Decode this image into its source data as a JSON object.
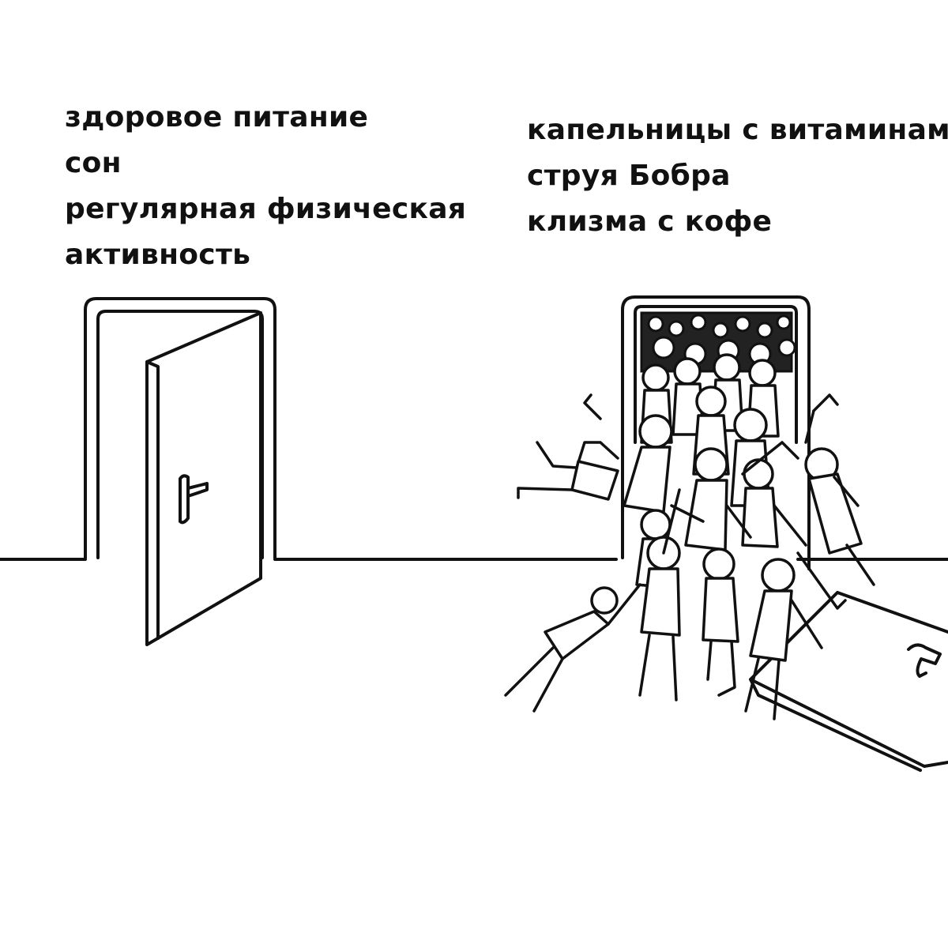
{
  "left_door": {
    "lines": [
      "здоровое питание",
      "сон",
      "регулярная физическая",
      "активность"
    ]
  },
  "right_door": {
    "lines": [
      "капельницы с витаминами",
      "струя Бобра",
      "клизма с кофе"
    ]
  },
  "colors": {
    "ink": "#111111",
    "background": "#ffffff"
  }
}
